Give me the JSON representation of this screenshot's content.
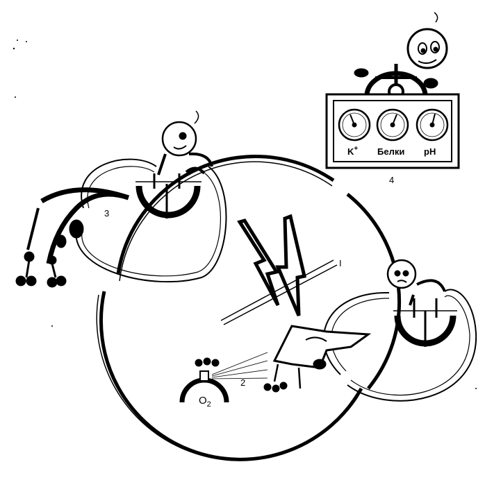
{
  "labels": {
    "num_1": "I",
    "num_2": "2",
    "num_3": "3",
    "num_4": "4",
    "oxygen": "O",
    "oxygen_sub": "2"
  },
  "control_panel": {
    "gauges": [
      {
        "label": "K",
        "sup": "+"
      },
      {
        "label": "Белки",
        "sup": ""
      },
      {
        "label": "pH",
        "sup": ""
      }
    ]
  },
  "colors": {
    "ink": "#000000",
    "paper": "#ffffff"
  }
}
